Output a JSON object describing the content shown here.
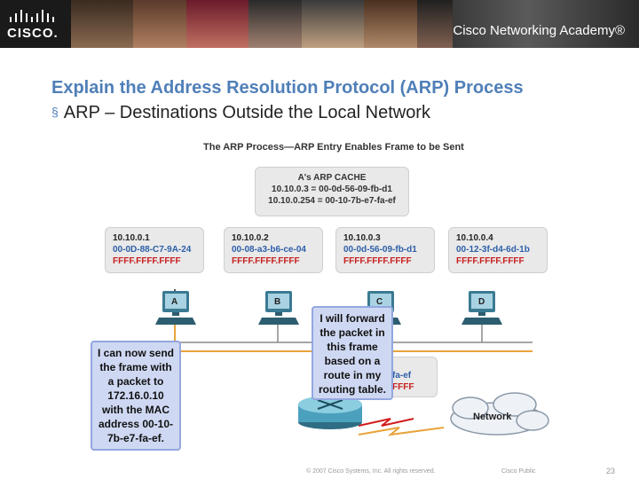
{
  "header": {
    "logo_text": "CISCO.",
    "academy_text": "Cisco Networking Academy®"
  },
  "slide": {
    "title": "Explain the Address Resolution Protocol (ARP) Process",
    "subtitle_bullet": "§",
    "subtitle": "ARP – Destinations Outside the Local Network"
  },
  "figure": {
    "title": "The ARP Process—ARP Entry Enables Frame to be Sent",
    "cache": {
      "heading": "A's ARP CACHE",
      "entries": [
        "10.10.0.3 = 00-0d-56-09-fb-d1",
        "10.10.0.254 = 00-10-7b-e7-fa-ef"
      ]
    },
    "hosts": [
      {
        "label": "A",
        "ip": "10.10.0.1",
        "mac": "00-0D-88-C7-9A-24",
        "broadcast": "FFFF.FFFF.FFFF"
      },
      {
        "label": "B",
        "ip": "10.10.0.2",
        "mac": "00-08-a3-b6-ce-04",
        "broadcast": "FFFF.FFFF.FFFF"
      },
      {
        "label": "C",
        "ip": "10.10.0.3",
        "mac": "00-0d-56-09-fb-d1",
        "broadcast": "FFFF.FFFF.FFFF"
      },
      {
        "label": "D",
        "ip": "10.10.0.4",
        "mac": "00-12-3f-d4-6d-1b",
        "broadcast": "FFFF.FFFF.FFFF"
      }
    ],
    "router_frame": {
      "mac_partial": "fa-ef",
      "broadcast_partial": "FFFF"
    },
    "callout_host": [
      "I can now send",
      "the frame with",
      "a packet to",
      "172.16.0.10",
      "with the MAC",
      "address 00-10-",
      "7b-e7-fa-ef."
    ],
    "callout_router": [
      "I will forward",
      "the packet in",
      "this frame",
      "based on a",
      "route in my",
      "routing table."
    ],
    "network_label": "Network"
  },
  "footer": {
    "copyright": "© 2007 Cisco Systems, Inc. All rights reserved.",
    "center": "Cisco Public",
    "page_number": "23"
  },
  "colors": {
    "title_blue": "#4f7fb8",
    "mac_blue": "#2d5fa8",
    "broadcast_red": "#c81e1e",
    "callout_fill": "#cfd8f2",
    "link_orange": "#e8a33a"
  }
}
